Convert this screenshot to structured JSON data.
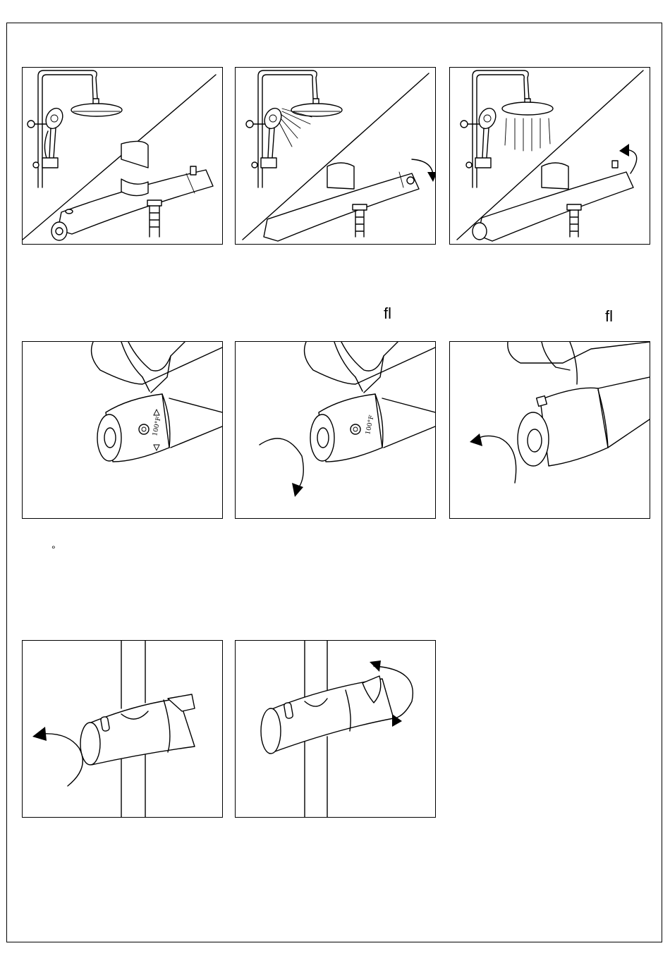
{
  "page": {
    "marks": {
      "fl_1": "ﬂ",
      "fl_2": "ﬂ",
      "degree_mark": "°"
    },
    "temperature_label": "100°F",
    "temperature_label_short": "100°F"
  }
}
